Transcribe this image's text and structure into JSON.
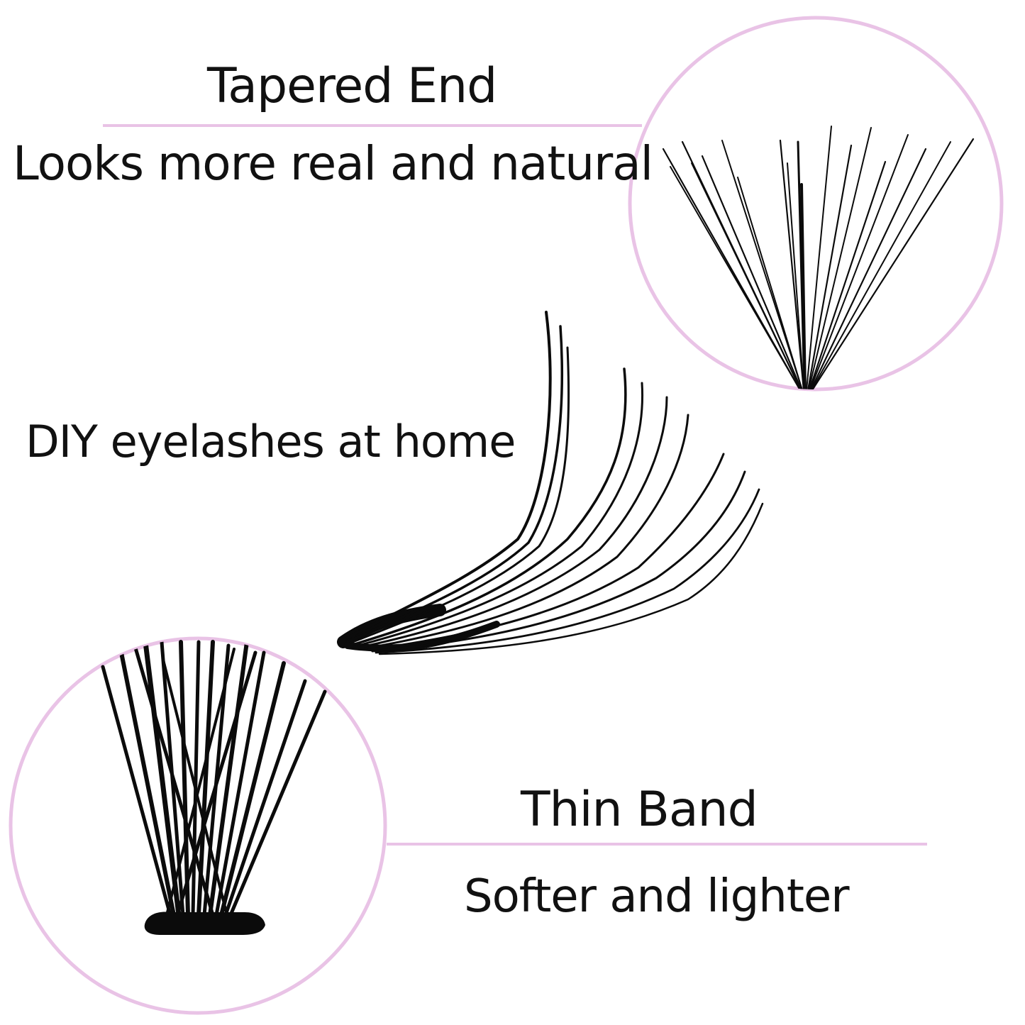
{
  "top": {
    "title": "Tapered End",
    "subtitle": "Looks more real and natural"
  },
  "middle": {
    "caption": "DIY eyelashes at home"
  },
  "bottom": {
    "title": "Thin Band",
    "subtitle": "Softer and lighter"
  },
  "colors": {
    "accent": "#e9c3e6",
    "text": "#111111",
    "lash": "#0b0b0b",
    "background": "#ffffff"
  },
  "icons": [
    "tapered-end-closeup",
    "lash-cluster",
    "thin-band-closeup"
  ]
}
